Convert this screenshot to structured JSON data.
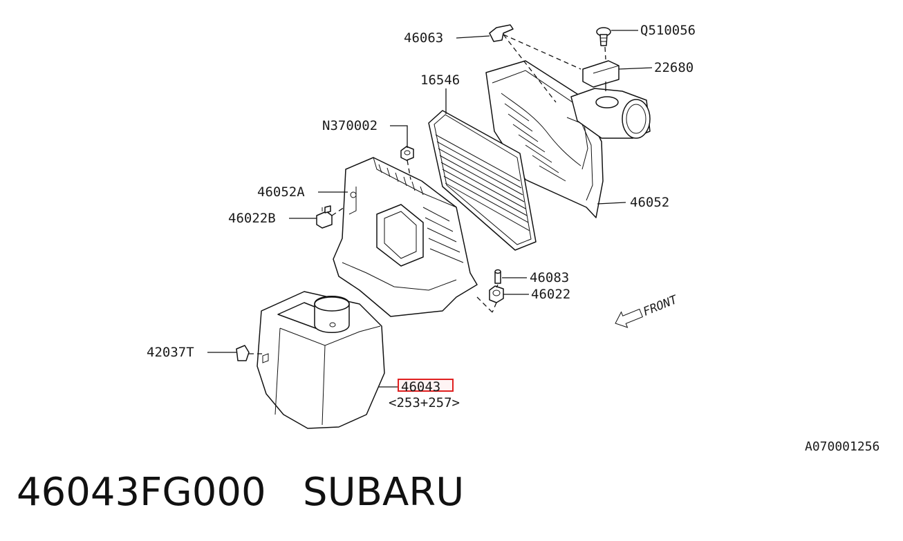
{
  "title": {
    "part_number": "46043FG000",
    "brand": "SUBARU"
  },
  "drawing_code": "A070001256",
  "front_label": "FRONT",
  "highlight_label": "46043",
  "callouts": {
    "c46063": "46063",
    "cQ510056": "Q510056",
    "c22680": "22680",
    "c16546": "16546",
    "cN370002": "N370002",
    "c46052A": "46052A",
    "c46022B": "46022B",
    "c46052": "46052",
    "c46083": "46083",
    "c46022": "46022",
    "c42037T": "42037T",
    "c46043": "46043",
    "c46043_note": "<253+257>"
  },
  "colors": {
    "highlight": "#e02020",
    "ink": "#111111"
  }
}
